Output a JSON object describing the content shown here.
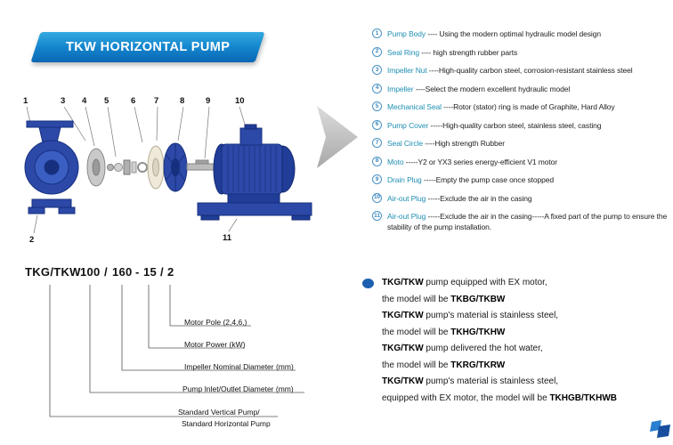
{
  "banner": {
    "title": "TKW HORIZONTAL PUMP"
  },
  "diagram": {
    "callouts": [
      "1",
      "3",
      "4",
      "5",
      "6",
      "7",
      "8",
      "9",
      "10",
      "2",
      "11"
    ]
  },
  "parts_list": {
    "items": [
      {
        "num": "1",
        "label": "Pump Body",
        "desc": "---- Using the modern optimal hydraulic model design"
      },
      {
        "num": "2",
        "label": "Seal Ring",
        "desc": "---- high strength rubber parts"
      },
      {
        "num": "3",
        "label": "Impeller Nut",
        "desc": "----High-quality carbon steel, corrosion-resistant stainless steel"
      },
      {
        "num": "4",
        "label": "Impeller",
        "desc": "----Select the modern excellent hydraulic model"
      },
      {
        "num": "5",
        "label": "Mechanical Seal",
        "desc": "----Rotor (stator) ring is made of Graphite, Hard Alloy"
      },
      {
        "num": "6",
        "label": "Pump Cover",
        "desc": "-----High-quality carbon steel, stainless steel, casting"
      },
      {
        "num": "7",
        "label": "Seal Circle",
        "desc": "----High strength Rubber"
      },
      {
        "num": "8",
        "label": "Moto",
        "desc": "-----Y2 or YX3 series energy-efficient V1 motor"
      },
      {
        "num": "9",
        "label": "Drain Plug",
        "desc": "-----Empty the pump case once stopped"
      },
      {
        "num": "10",
        "label": "Air-out Plug",
        "desc": "-----Exclude the air in the casing"
      },
      {
        "num": "11",
        "label": "Air-out Plug",
        "desc": "-----Exclude the air in the casing-----A fixed part of the pump to ensure the stability of the pump installation."
      }
    ]
  },
  "model_code": {
    "segments": [
      "TKG/TKW",
      "100",
      "/",
      "160",
      "-",
      "15",
      "/",
      "2"
    ],
    "labels": [
      "Motor Pole (2,4,6,)",
      "Motor Power  (kW)",
      "Impeller Nominal Diameter (mm)",
      "Pump Inlet/Outlet Diameter (mm)",
      "Standard Vertical Pump/",
      "Standard  Horizontal Pump"
    ]
  },
  "notes": {
    "lines": [
      {
        "pre": "",
        "bold": "TKG/TKW",
        "post": " pump equipped with EX motor,"
      },
      {
        "pre": "the model will be ",
        "bold": "TKBG/TKBW",
        "post": ""
      },
      {
        "pre": "",
        "bold": "TKG/TKW",
        "post": " pump's material is stainless steel,"
      },
      {
        "pre": "the model will be ",
        "bold": "TKHG/TKHW",
        "post": ""
      },
      {
        "pre": "",
        "bold": "TKG/TKW",
        "post": " pump delivered the hot water,"
      },
      {
        "pre": "the model will be ",
        "bold": "TKRG/TKRW",
        "post": ""
      },
      {
        "pre": "",
        "bold": "TKG/TKW",
        "post": " pump's material is stainless steel,"
      },
      {
        "pre": "equipped with EX motor, the model will be ",
        "bold": "TKHGB/TKHWB",
        "post": ""
      }
    ]
  },
  "colors": {
    "banner_blue": "#1486cd",
    "part_label_teal": "#2090b4",
    "pump_blue": "#2c49a8",
    "arrow_gray": "#bdbdbd",
    "bullet_blue": "#1d5fb0"
  }
}
